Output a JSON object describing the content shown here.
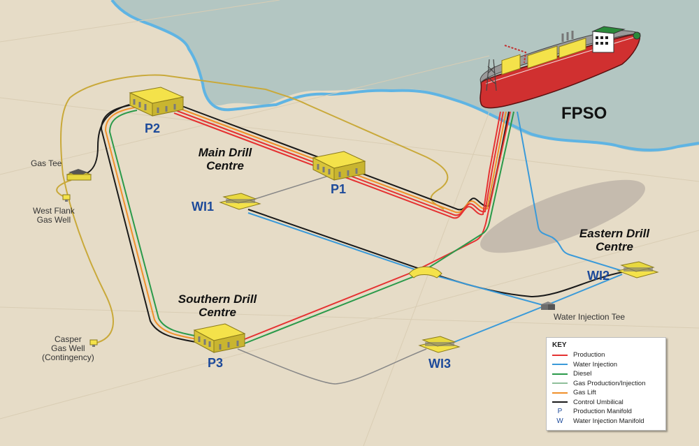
{
  "diagram": {
    "type": "subsea field layout",
    "vessel": {
      "label": "FPSO"
    },
    "drill_centres": [
      {
        "label": "Main Drill Centre"
      },
      {
        "label": "Southern Drill Centre"
      },
      {
        "label": "Eastern Drill Centre"
      }
    ],
    "manifolds": {
      "p1": "P1",
      "p2": "P2",
      "p3": "P3",
      "wi1": "WI1",
      "wi2": "WI2",
      "wi3": "WI3"
    },
    "other_labels": {
      "gas_tee": "Gas Tee",
      "west_flank_line1": "West Flank",
      "west_flank_line2": "Gas Well",
      "casper_line1": "Casper",
      "casper_line2": "Gas Well",
      "casper_line3": "(Contingency)",
      "water_injection_tee": "Water Injection Tee"
    },
    "colors": {
      "seabed": "#e6dcc7",
      "water": "#b3c6c2",
      "coastline": "#5fb4e3",
      "production": "#e53232",
      "water_injection": "#3a9ad9",
      "diesel": "#2a9a4a",
      "gas_production_injection": "#c9a93a",
      "gas_lift": "#f0902a",
      "control_umbilical": "#1a1a1a",
      "manifold_fill": "#f4e24a",
      "label_blue": "#1d4a9a"
    }
  },
  "key": {
    "title": "KEY",
    "items": [
      {
        "label": "Production",
        "color": "#e53232"
      },
      {
        "label": "Water Injection",
        "color": "#3a9ad9"
      },
      {
        "label": "Diesel",
        "color": "#2a9a4a"
      },
      {
        "label": "Gas Production/Injection",
        "color": "#8fbf9a"
      },
      {
        "label": "Gas Lift",
        "color": "#f0902a"
      },
      {
        "label": "Control Umbilical",
        "color": "#1a1a1a"
      }
    ],
    "abbreviations": [
      {
        "symbol": "P",
        "label": "Production Manifold"
      },
      {
        "symbol": "W",
        "label": "Water Injection Manifold"
      }
    ]
  }
}
